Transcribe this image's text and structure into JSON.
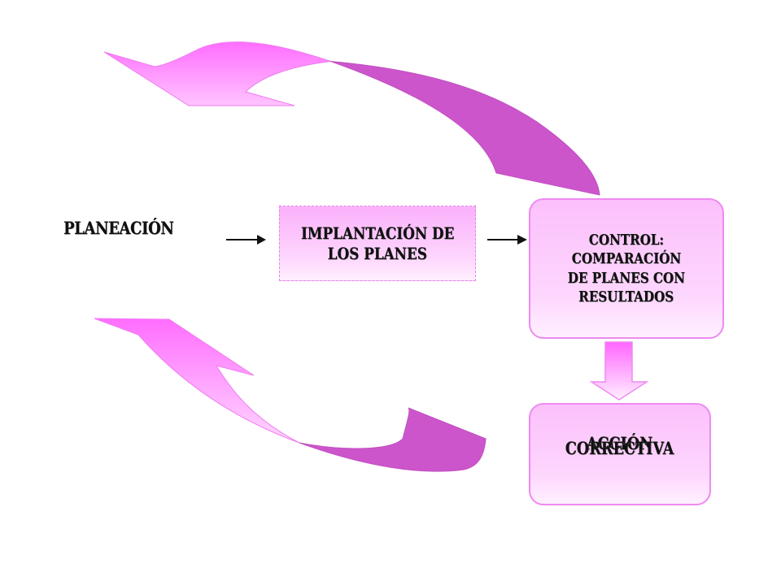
{
  "diagram": {
    "title": "",
    "nodes": {
      "planeacion": {
        "label": "PLANEACIÓN"
      },
      "implantacion": {
        "lines": [
          "IMPLANTACIÓN DE",
          "LOS PLANES"
        ]
      },
      "control": {
        "lines": [
          "CONTROL:",
          "COMPARACIÓN",
          "DE PLANES CON",
          "RESULTADOS"
        ]
      },
      "accion": {
        "lines": [
          "ACCIÓN",
          "CORRECTIVA"
        ]
      }
    },
    "edges": [
      {
        "from": "planeacion",
        "to": "implantacion",
        "style": "black-arrow"
      },
      {
        "from": "implantacion",
        "to": "control",
        "style": "black-arrow"
      },
      {
        "from": "control",
        "to": "accion",
        "style": "block-down-arrow"
      },
      {
        "from": "control",
        "to": "planeacion",
        "style": "curved-feedback-arrow-top"
      },
      {
        "from": "accion",
        "to": "planeacion",
        "style": "curved-feedback-arrow-bottom"
      }
    ],
    "colors": {
      "arrow_light": "#ff77ff",
      "arrow_dark": "#cc55cc",
      "box_fill": "#fcc0fc",
      "box_border": "#ee8af0",
      "text": "#111111"
    }
  }
}
